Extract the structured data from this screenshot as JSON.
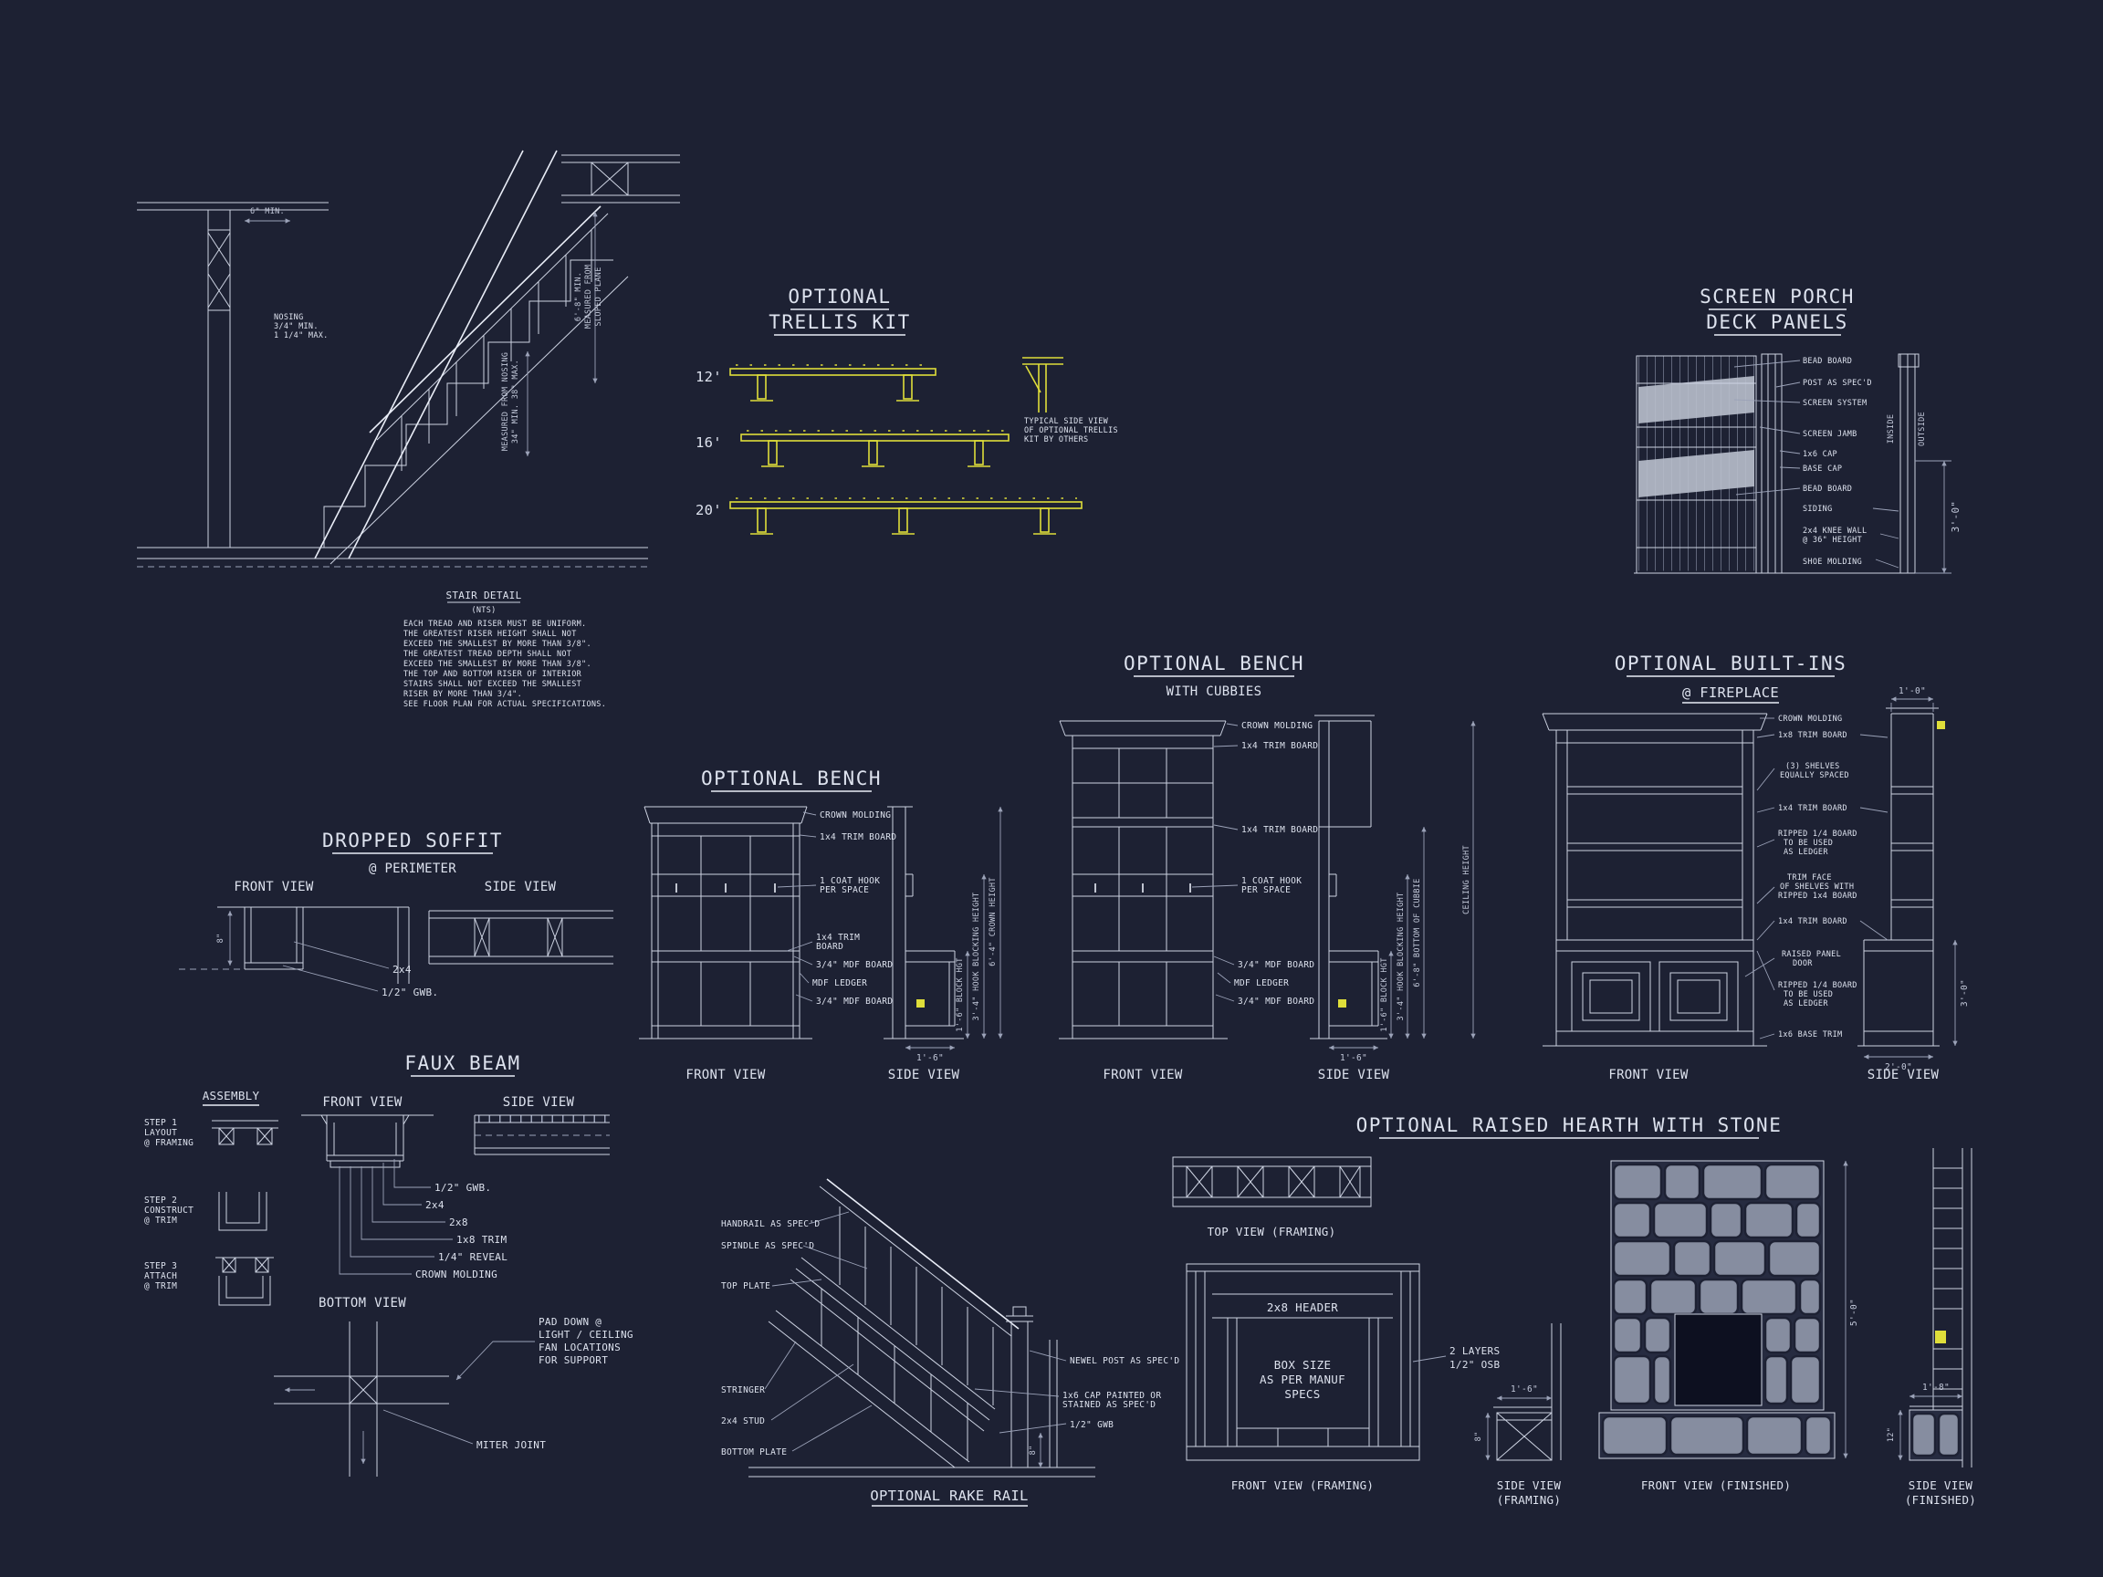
{
  "colors": {
    "background": "#1d2133",
    "line": "#cdd3e2",
    "bright_line": "#e9edf7",
    "dim_line": "#9ba2b8",
    "accent_yellow": "#dfde3a",
    "stone_fill": "#868da0",
    "screen_mesh": "#b9bfcc",
    "firebox": "#0d1020"
  },
  "stair": {
    "dim_6_min": "6\" MIN.",
    "nosing": [
      "NOSING",
      "3/4\" MIN.",
      "1 1/4\" MAX."
    ],
    "clearance": [
      "6'-8\" MIN.",
      "MEASURED FROM",
      "SLOPED PLANE"
    ],
    "rail_height": [
      "MEASURED FROM NOSING",
      "34\" MIN. 38\" MAX."
    ],
    "notes_title": "STAIR DETAIL",
    "notes_scale": "(NTS)",
    "notes": [
      "EACH TREAD AND RISER MUST BE UNIFORM.",
      "THE GREATEST RISER HEIGHT SHALL NOT",
      "EXCEED THE SMALLEST BY MORE THAN 3/8\".",
      "THE GREATEST TREAD DEPTH SHALL NOT",
      "EXCEED THE SMALLEST BY MORE THAN 3/8\".",
      "THE TOP AND BOTTOM RISER OF INTERIOR",
      "STAIRS SHALL NOT EXCEED THE SMALLEST",
      "RISER BY MORE THAN 3/4\".",
      "SEE FLOOR PLAN FOR ACTUAL SPECIFICATIONS."
    ]
  },
  "trellis": {
    "title": [
      "OPTIONAL",
      "TRELLIS KIT"
    ],
    "sizes": [
      "12'",
      "16'",
      "20'"
    ],
    "note": [
      "TYPICAL SIDE VIEW",
      "OF OPTIONAL TRELLIS",
      "KIT BY OTHERS"
    ]
  },
  "screen_porch": {
    "title": [
      "SCREEN PORCH",
      "DECK PANELS"
    ],
    "labels": [
      "BEAD BOARD",
      "POST AS SPEC'D",
      "SCREEN SYSTEM",
      "SCREEN JAMB",
      "1x6 CAP",
      "BASE CAP",
      "BEAD BOARD",
      "SIDING",
      "2x4 KNEE WALL",
      "@ 36\" HEIGHT",
      "SHOE MOLDING"
    ],
    "inside": "INSIDE",
    "outside": "OUTSIDE",
    "dim_height": "3'-0\""
  },
  "soffit": {
    "title": "DROPPED SOFFIT",
    "subtitle": "@ PERIMETER",
    "front_view": "FRONT VIEW",
    "side_view": "SIDE VIEW",
    "labels": [
      "2x4",
      "1/2\" GWB."
    ],
    "dim": "8\""
  },
  "faux_beam": {
    "title": "FAUX BEAM",
    "assembly": "ASSEMBLY",
    "steps": [
      [
        "STEP 1",
        "LAYOUT",
        "@ FRAMING"
      ],
      [
        "STEP 2",
        "CONSTRUCT",
        "@ TRIM"
      ],
      [
        "STEP 3",
        "ATTACH",
        "@ TRIM"
      ]
    ],
    "front_view": "FRONT VIEW",
    "side_view": "SIDE VIEW",
    "bottom_view": "BOTTOM VIEW",
    "labels": [
      "1/2\" GWB.",
      "2x4",
      "2x8",
      "1x8 TRIM",
      "1/4\" REVEAL",
      "CROWN MOLDING"
    ],
    "pad_note": [
      "PAD DOWN @",
      "LIGHT / CEILING",
      "FAN LOCATIONS",
      "FOR SUPPORT"
    ],
    "miter": "MITER JOINT"
  },
  "bench": {
    "title": "OPTIONAL BENCH",
    "labels": [
      "CROWN MOLDING",
      "1x4 TRIM BOARD",
      "1 COAT HOOK",
      "PER SPACE",
      "1x4 TRIM",
      "BOARD",
      "3/4\" MDF BOARD",
      "MDF LEDGER",
      "3/4\" MDF BOARD"
    ],
    "dims": {
      "block": "1'-6\" BLOCK HGT",
      "hook": "3'-4\" HOOK BLOCKING HEIGHT",
      "crown": "6'-4\" CROWN HEIGHT",
      "depth": "1'-6\""
    },
    "front_view": "FRONT VIEW",
    "side_view": "SIDE VIEW"
  },
  "cubbies": {
    "title": [
      "OPTIONAL BENCH",
      "WITH CUBBIES"
    ],
    "labels": [
      "CROWN MOLDING",
      "1x4 TRIM BOARD",
      "1x4 TRIM BOARD",
      "1 COAT HOOK",
      "PER SPACE",
      "3/4\" MDF BOARD",
      "MDF LEDGER",
      "3/4\" MDF BOARD"
    ],
    "dims": {
      "block": "1'-6\" BLOCK HGT",
      "hook": "3'-4\" HOOK BLOCKING HEIGHT",
      "cubbie": "6'-8\" BOTTOM OF CUBBIE",
      "ceiling": "CEILING HEIGHT",
      "depth": "1'-6\""
    },
    "front_view": "FRONT VIEW",
    "side_view": "SIDE VIEW"
  },
  "builtins": {
    "title": [
      "OPTIONAL BUILT-INS",
      "@ FIREPLACE"
    ],
    "labels": [
      "CROWN MOLDING",
      "1x8 TRIM BOARD",
      "(3) SHELVES",
      "EQUALLY SPACED",
      "1x4 TRIM BOARD",
      "RIPPED 1/4 BOARD",
      "TO BE USED",
      "AS LEDGER",
      "TRIM FACE",
      "OF SHELVES WITH",
      "RIPPED 1x4 BOARD",
      "1x4 TRIM BOARD",
      "RAISED PANEL",
      "DOOR",
      "RIPPED 1/4 BOARD",
      "TO BE USED",
      "AS LEDGER",
      "1x6 BASE TRIM"
    ],
    "dims": {
      "top": "1'-0\"",
      "side": "3'-0\"",
      "bottom": "2'-0\""
    },
    "front_view": "FRONT VIEW",
    "side_view": "SIDE VIEW"
  },
  "rake_rail": {
    "title": "OPTIONAL RAKE RAIL",
    "left_labels": [
      "HANDRAIL AS SPEC'D",
      "SPINDLE AS SPEC'D",
      "TOP PLATE",
      "STRINGER",
      "2x4 STUD",
      "BOTTOM PLATE"
    ],
    "right_labels": [
      "NEWEL POST AS SPEC'D",
      "1x6 CAP PAINTED OR",
      "STAINED AS SPEC'D",
      "1/2\" GWB"
    ],
    "dim": "8\""
  },
  "hearth": {
    "title": "OPTIONAL RAISED HEARTH WITH STONE",
    "top_view_caption": "TOP VIEW (FRAMING)",
    "front_framing": {
      "header": "2x8 HEADER",
      "box": [
        "BOX SIZE",
        "AS PER MANUF",
        "SPECS"
      ],
      "osb": [
        "2 LAYERS",
        "1/2\" OSB"
      ],
      "caption": "FRONT VIEW (FRAMING)"
    },
    "side_framing": {
      "dim_depth": "1'-6\"",
      "dim_height": "8\"",
      "caption": [
        "SIDE VIEW",
        "(FRAMING)"
      ]
    },
    "front_finished": {
      "dim_height": "5'-0\"",
      "caption": "FRONT VIEW (FINISHED)"
    },
    "side_finished": {
      "dim_depth": "1'-8\"",
      "dim_height": "12\"",
      "caption": [
        "SIDE VIEW",
        "(FINISHED)"
      ]
    }
  }
}
